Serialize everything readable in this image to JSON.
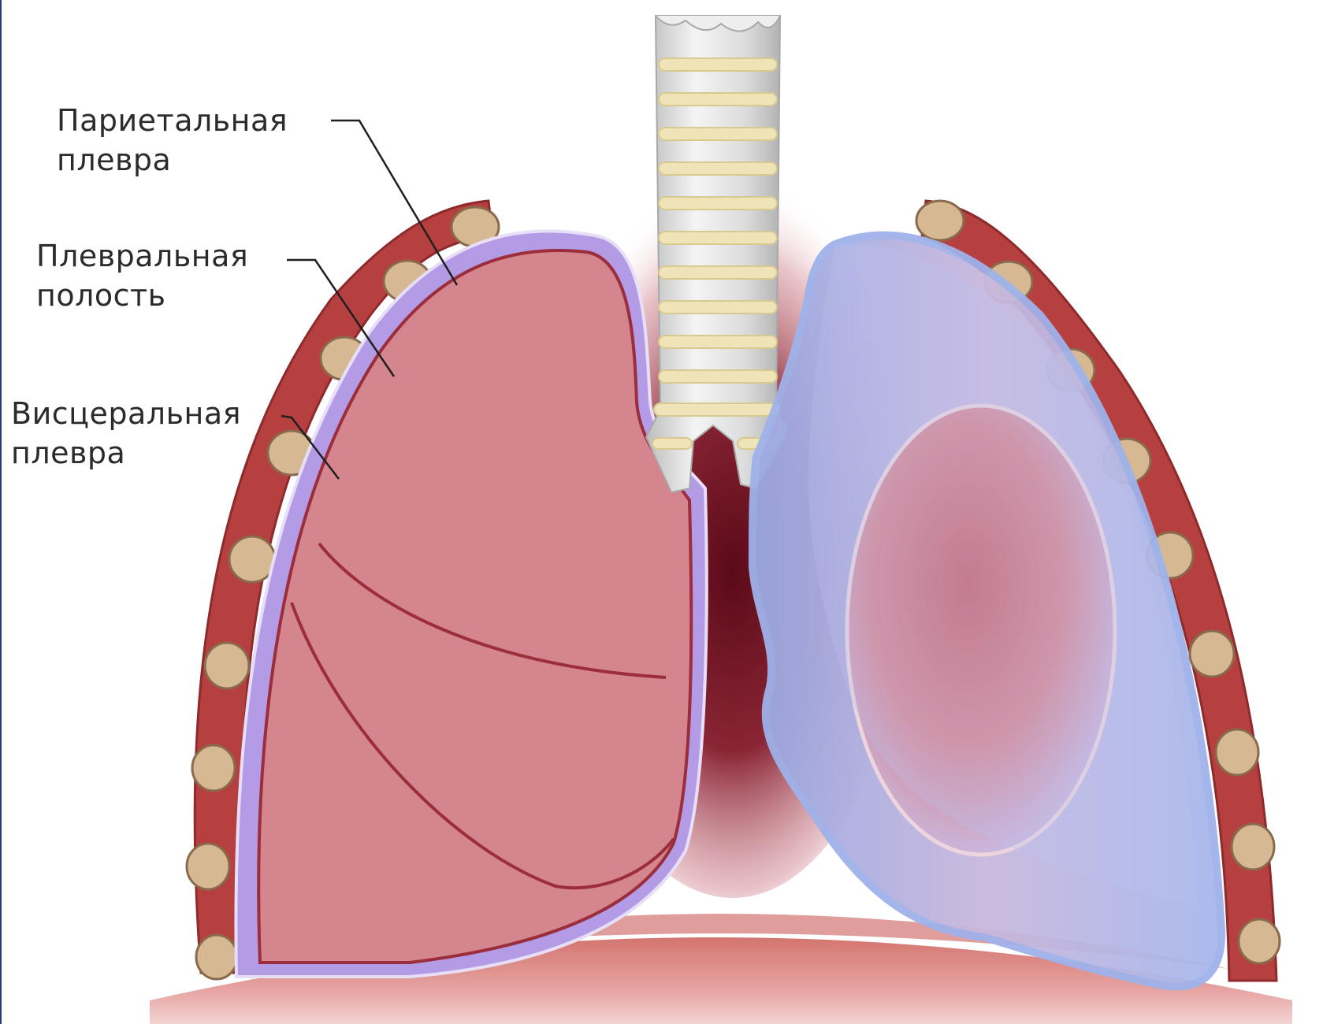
{
  "labels": {
    "parietal": {
      "line1": "Париетальная",
      "line2": "плевра"
    },
    "cavity": {
      "line1": "Плевральная",
      "line2": "полость"
    },
    "visceral": {
      "line1": "Висцеральная",
      "line2": "плевра"
    }
  },
  "colors": {
    "rib_outer": "#b5403f",
    "rib_bone": "#d6b892",
    "lung_fill": "#d4858d",
    "lung_outline": "#9c2d3a",
    "pleura_layer": "#b49be6",
    "collapsed_pleura": "#a8b5e6",
    "mediastinum": "#6e1020",
    "diaphragm": "#e08a88",
    "trachea": "#dcdcdc",
    "cartilage": "#efe3b8"
  }
}
